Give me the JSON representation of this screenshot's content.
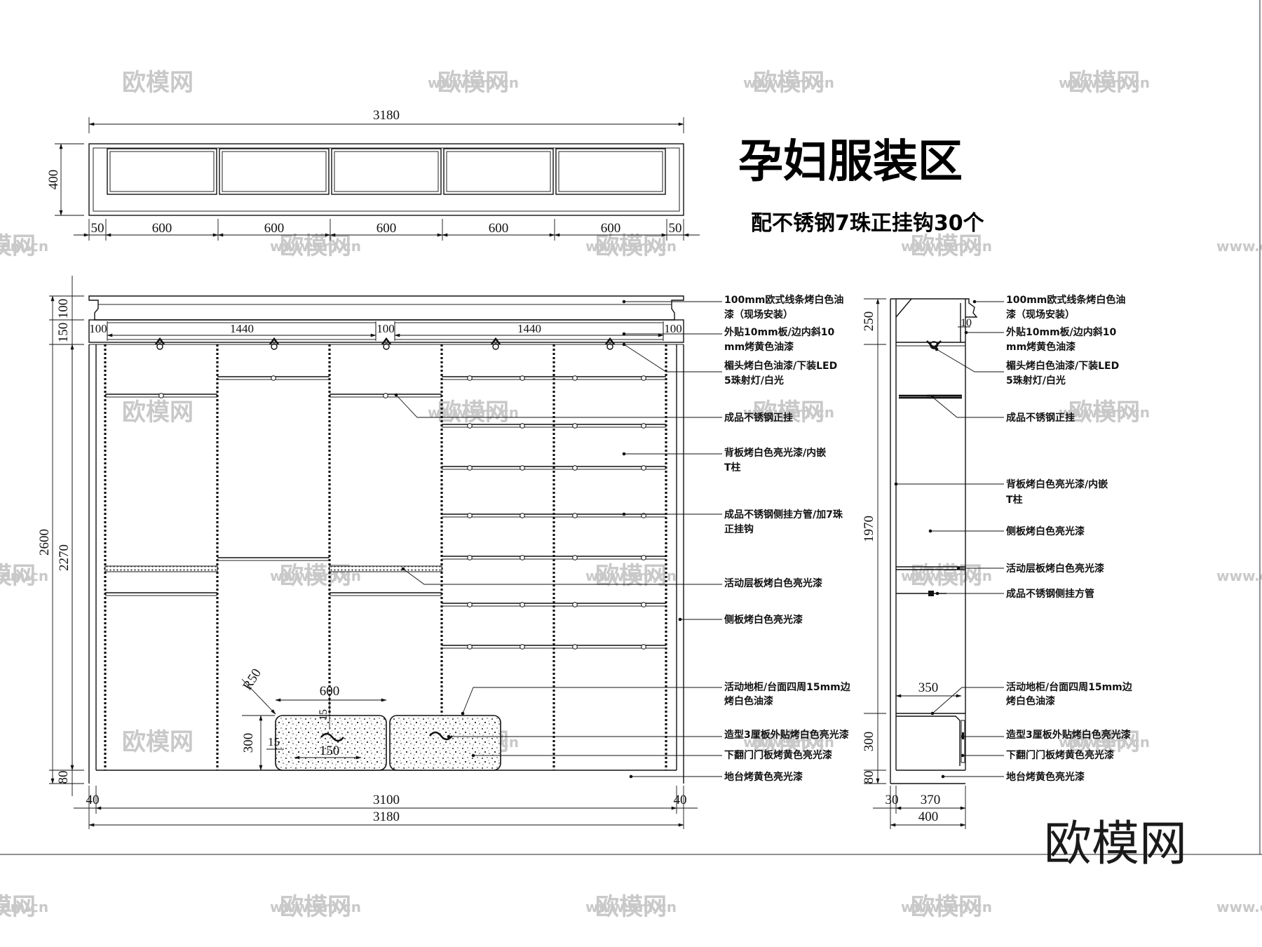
{
  "title": "孕妇服装区",
  "subtitle": "配不锈钢7珠正挂钩30个",
  "brand_logo": "欧模网",
  "watermarks": [
    "欧模网",
    "www.om.cn",
    "om.cn"
  ],
  "top_view": {
    "total_width": "3180",
    "height": "400",
    "segments": [
      "50",
      "600",
      "600",
      "600",
      "600",
      "600",
      "50"
    ]
  },
  "front_view": {
    "dims_top": [
      "100",
      "1440",
      "100",
      "1440",
      "100"
    ],
    "dims_left_outer": [
      "100",
      "150",
      "2600",
      "80"
    ],
    "dim_left_inner": "2270",
    "dims_bottom_1": [
      "40",
      "3100",
      "40"
    ],
    "dim_bottom_2": "3180",
    "drawer": {
      "r": "R50",
      "w": "600",
      "gap": "15",
      "h": "300",
      "edge": "15",
      "handle": "150"
    }
  },
  "side_view": {
    "dims_left": [
      "250",
      "1970",
      "300",
      "80"
    ],
    "dim_10": "10",
    "dim_350": "350",
    "dims_bottom": [
      "30",
      "370"
    ],
    "dim_total": "400"
  },
  "notes_front": [
    "100mm欧式线条烤白色油",
    "漆（现场安装）",
    "外贴10mm板/边内斜10",
    "mm烤黄色油漆",
    "楣头烤白色油漆/下装LED",
    "5珠射灯/白光",
    "成品不锈钢正挂",
    "背板烤白色亮光漆/内嵌",
    "T柱",
    "成品不锈钢侧挂方管/加7珠",
    "正挂钩",
    "活动层板烤白色亮光漆",
    "侧板烤白色亮光漆",
    "活动地柜/台面四周15mm边",
    "烤白色油漆",
    "造型3厘板外贴烤白色亮光漆",
    "下翻门门板烤黄色亮光漆",
    "地台烤黄色亮光漆"
  ],
  "notes_side": [
    "100mm欧式线条烤白色油",
    "漆（现场安装）",
    "外贴10mm板/边内斜10",
    "mm烤黄色油漆",
    "楣头烤白色油漆/下装LED",
    "5珠射灯/白光",
    "成品不锈钢正挂",
    "背板烤白色亮光漆/内嵌",
    "T柱",
    "侧板烤白色亮光漆",
    "活动层板烤白色亮光漆",
    "成品不锈钢侧挂方管",
    "活动地柜/台面四周15mm边",
    "烤白色油漆",
    "造型3厘板外贴烤白色亮光漆",
    "下翻门门板烤黄色亮光漆",
    "地台烤黄色亮光漆"
  ]
}
